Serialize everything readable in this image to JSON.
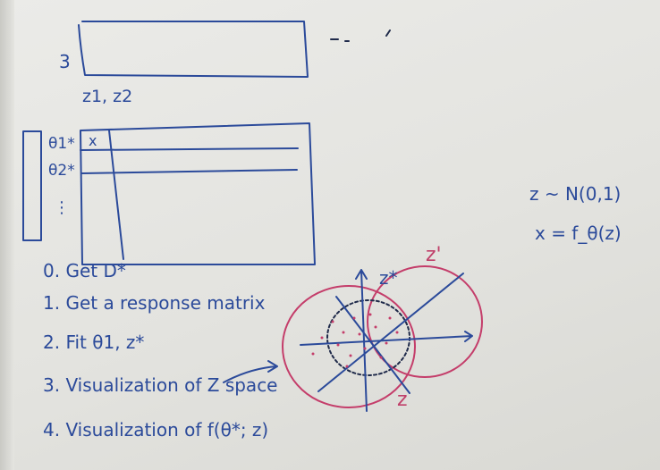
{
  "top_matrix": {
    "row_label": "3",
    "col_label": "z1, z2"
  },
  "matrix": {
    "cell": "x",
    "rows": [
      "θ1*",
      "θ2*",
      "⋮"
    ]
  },
  "steps": [
    "0. Get D*",
    "1. Get a response matrix",
    "2. Fit θ1, z*",
    "3. Visualization of Z space",
    "4. Visualization of f(θ*; z)"
  ],
  "diagram": {
    "label_z_star": "z*",
    "label_z_prime": "z'",
    "label_z": "z"
  },
  "equations": [
    "z ~ N(0,1)",
    "x = f_θ(z)"
  ],
  "colors": {
    "blue_marker": "#2b4a9a",
    "pink_marker": "#c43d6a",
    "board": "#e6e6e2"
  }
}
